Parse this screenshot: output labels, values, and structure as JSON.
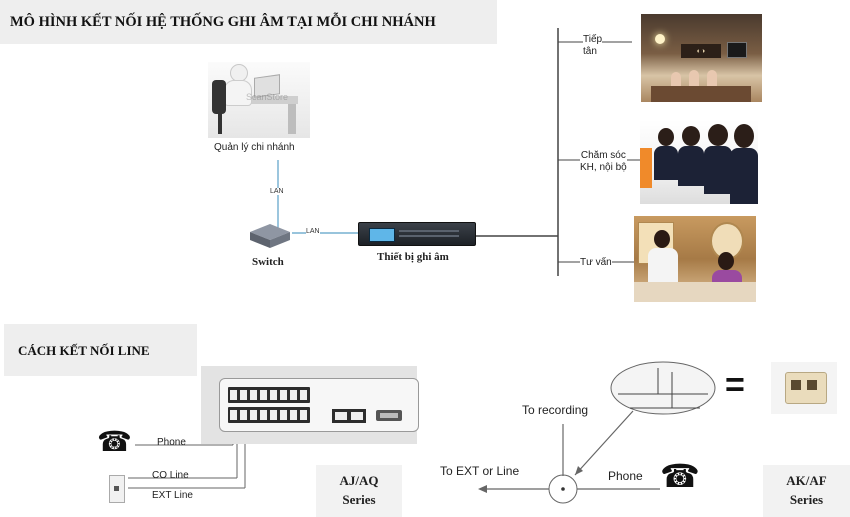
{
  "top": {
    "title": "MÔ HÌNH KẾT NỐI HỆ THỐNG GHI ÂM TẠI MỖI CHI NHÁNH",
    "manager_label": "Quản lý chi nhánh",
    "lan_label_1": "LAN",
    "lan_label_2": "LAN",
    "switch_label": "Switch",
    "recorder_label": "Thiết bị ghi âm",
    "branches": {
      "reception": "Tiếp\ntân",
      "care": "Chăm sóc\nKH, nội bộ",
      "consult": "Tư vấn"
    },
    "watermark": "ScanStore"
  },
  "bottom": {
    "title": "CÁCH KẾT NỐI LINE",
    "phone_label": "Phone",
    "co_line_label": "CO Line",
    "ext_line_label": "EXT Line",
    "series_aj": "AJ/AQ\nSeries",
    "to_recording": "To recording",
    "to_ext": "To EXT or Line",
    "phone_label_2": "Phone",
    "equals": "=",
    "series_ak": "AK/AF\nSeries"
  },
  "colors": {
    "lan_line": "#5aa0c8",
    "title_bg": "#eeeeee"
  }
}
